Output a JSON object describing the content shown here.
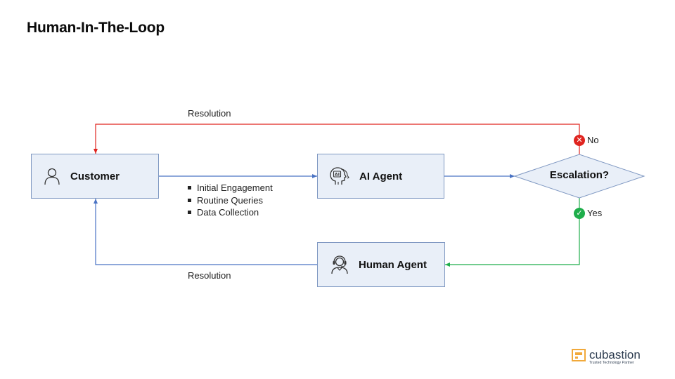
{
  "title": "Human-In-The-Loop",
  "nodes": {
    "customer": {
      "label": "Customer",
      "icon": "person-icon"
    },
    "ai_agent": {
      "label": "AI Agent",
      "icon": "ai-head-icon"
    },
    "escalation": {
      "label": "Escalation?",
      "shape": "diamond"
    },
    "human_agent": {
      "label": "Human Agent",
      "icon": "support-agent-icon"
    }
  },
  "edges": {
    "top_resolution_label": "Resolution",
    "bottom_resolution_label": "Resolution",
    "no_label": "No",
    "yes_label": "Yes",
    "engagement_bullets": [
      "Initial Engagement",
      "Routine Queries",
      "Data Collection"
    ]
  },
  "colors": {
    "box_fill": "#e9eff8",
    "box_border": "#7f98c2",
    "flow_blue": "#4a73c4",
    "no_red": "#e0241f",
    "yes_green": "#1fae4b",
    "logo_orange": "#f1a93b"
  },
  "logo": {
    "name": "cubastion",
    "tagline": "Trusted Technology Partner"
  }
}
